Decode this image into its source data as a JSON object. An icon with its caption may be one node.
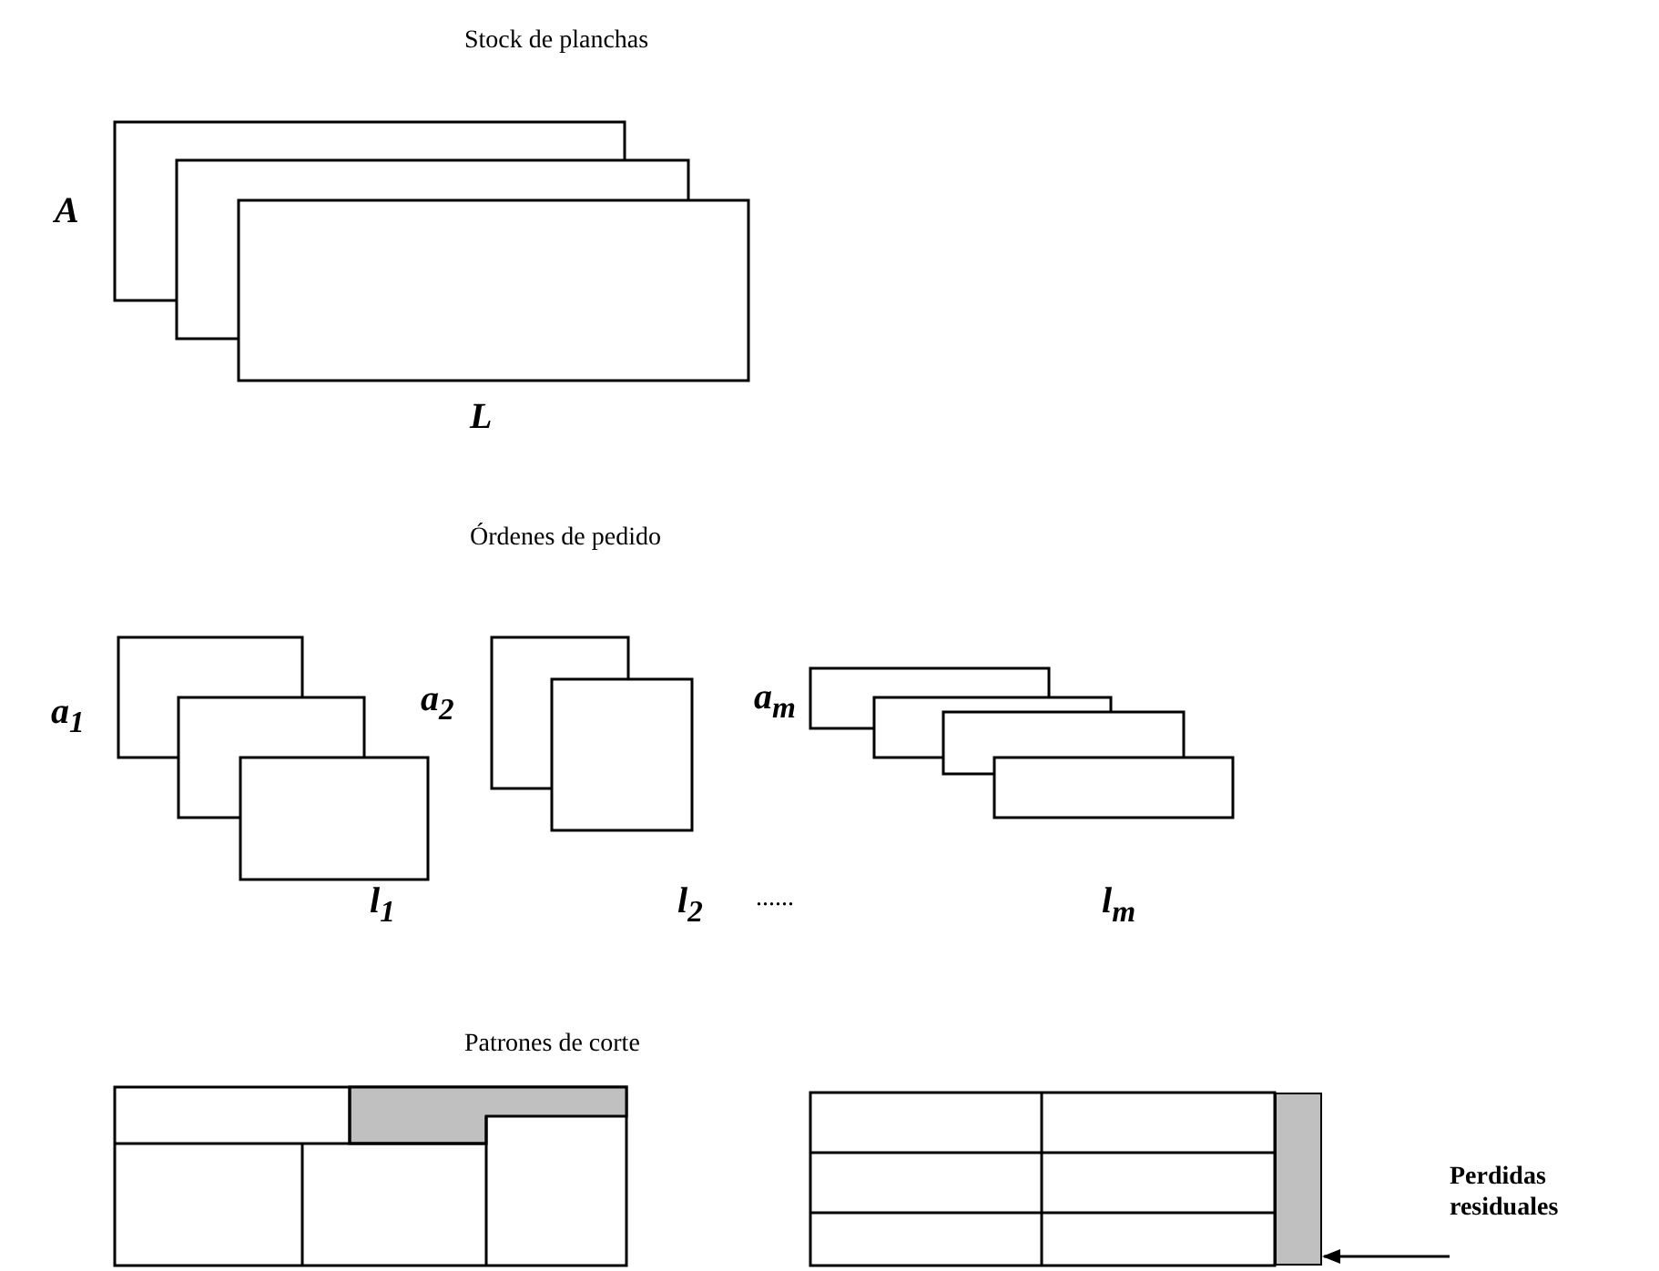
{
  "diagram": {
    "nodes": [
      {
        "text": [
          "Perdidas residuales"
        ]
      },
      {
        "text": [],
        "shape": "bar"
      }
    ],
    "edges": [
      {
        "from": 0,
        "to": 1,
        "arrow": "to"
      }
    ],
    "labels": [
      "Stock de planchas",
      "A",
      "L",
      "Órdenes de pedido",
      "a$_{1}$",
      "a$_{2}$",
      "a$_{m}$",
      "l$_{1}$",
      "l$_{2}$",
      "......",
      "l$_{m}$",
      "Patrones de corte"
    ]
  }
}
